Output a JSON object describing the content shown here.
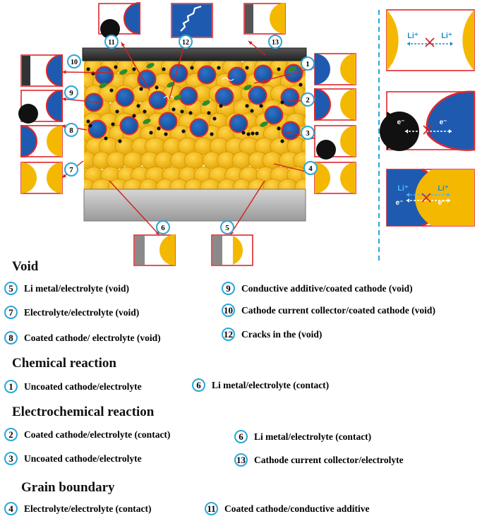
{
  "figure": {
    "callouts": [
      "1",
      "2",
      "3",
      "4",
      "5",
      "6",
      "7",
      "8",
      "9",
      "10",
      "11",
      "12",
      "13"
    ],
    "panel_labels": {
      "li_ion": "Li⁺",
      "electron": "e⁻"
    },
    "colors": {
      "cathode_blue": "#1e5bb0",
      "coating_red": "#e0262c",
      "electrolyte_yellow": "#f5b800",
      "collector_gray": "#8a8a8a",
      "callout_ring": "#2aa7d8",
      "arrow_red": "#d32020",
      "additive_green": "#2e8b2e",
      "conductive_black": "#111111"
    }
  },
  "legend": {
    "void": {
      "title": "Void",
      "items": [
        {
          "num": "5",
          "text": "Li metal/electrolyte (void)"
        },
        {
          "num": "9",
          "text": "Conductive additive/coated cathode (void)"
        },
        {
          "num": "7",
          "text": "Electrolyte/electrolyte (void)"
        },
        {
          "num": "10",
          "text": "Cathode current collector/coated cathode (void)"
        },
        {
          "num": "8",
          "text": "Coated cathode/ electrolyte (void)"
        },
        {
          "num": "12",
          "text": "Cracks in the (void)"
        }
      ]
    },
    "chemical": {
      "title": "Chemical reaction",
      "items": [
        {
          "num": "1",
          "text": "Uncoated cathode/electrolyte"
        },
        {
          "num": "6",
          "text": "Li metal/electrolyte (contact)"
        }
      ]
    },
    "electrochemical": {
      "title": "Electrochemical reaction",
      "items": [
        {
          "num": "2",
          "text": "Coated cathode/electrolyte (contact)"
        },
        {
          "num": "6",
          "text": "Li metal/electrolyte (contact)"
        },
        {
          "num": "3",
          "text": "Uncoated cathode/electrolyte"
        },
        {
          "num": "13",
          "text": "Cathode current collector/electrolyte"
        }
      ]
    },
    "grain": {
      "title": "Grain boundary",
      "items": [
        {
          "num": "4",
          "text": "Electrolyte/electrolyte (contact)"
        },
        {
          "num": "11",
          "text": "Coated cathode/conductive additive"
        }
      ]
    }
  }
}
